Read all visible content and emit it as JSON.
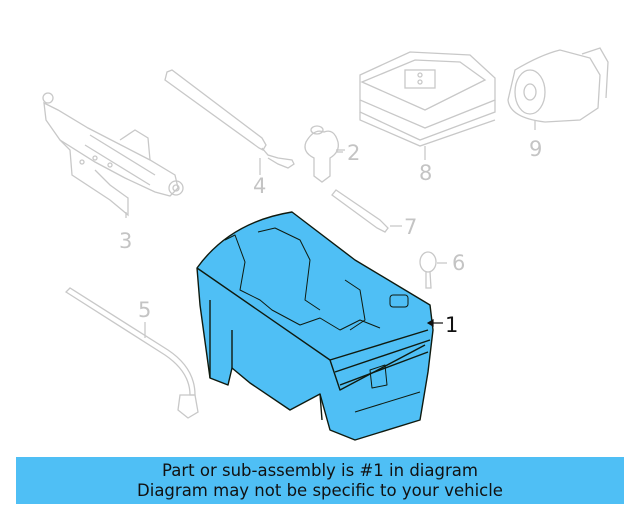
{
  "diagram": {
    "highlight_color": "#4fbff5",
    "faded_color": "#c4c4c4",
    "callouts": [
      {
        "number": "1",
        "part": "spare tire tool holder (highlighted)"
      },
      {
        "number": "2",
        "part": "wing nut / hold-down bolt"
      },
      {
        "number": "3",
        "part": "scissor jack"
      },
      {
        "number": "4",
        "part": "jack handle"
      },
      {
        "number": "5",
        "part": "lug wrench"
      },
      {
        "number": "6",
        "part": "tow hook eye"
      },
      {
        "number": "7",
        "part": "screwdriver"
      },
      {
        "number": "8",
        "part": "tool kit tray"
      },
      {
        "number": "9",
        "part": "compressor"
      }
    ]
  },
  "banner": {
    "line1": "Part or sub-assembly is #1 in diagram",
    "line2": "Diagram may not be specific to your vehicle",
    "background": "#4fbff5"
  }
}
